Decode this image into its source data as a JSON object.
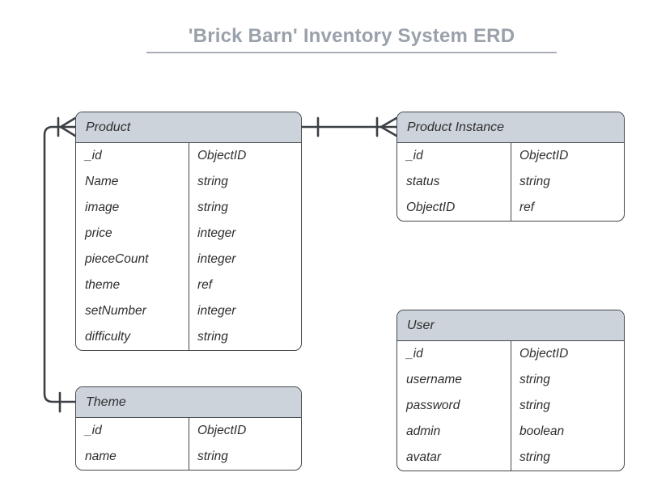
{
  "title": {
    "text": "'Brick Barn' Inventory System ERD"
  },
  "colors": {
    "bg": "#ffffff",
    "title-color": "#9aa1ab",
    "underline-color": "#a9aeb6",
    "header-fill": "#ccd3db",
    "table-border": "#43474c",
    "text-color": "#2e2e2e",
    "connector": "#3c4045"
  },
  "entities": [
    {
      "id": "product",
      "name": "Product",
      "fields": [
        {
          "name": "_id",
          "type": "ObjectID"
        },
        {
          "name": "Name",
          "type": "string"
        },
        {
          "name": "image",
          "type": "string"
        },
        {
          "name": "price",
          "type": "integer"
        },
        {
          "name": "pieceCount",
          "type": "integer"
        },
        {
          "name": "theme",
          "type": "ref"
        },
        {
          "name": "setNumber",
          "type": "integer"
        },
        {
          "name": "difficulty",
          "type": "string"
        }
      ]
    },
    {
      "id": "product-instance",
      "name": "Product Instance",
      "fields": [
        {
          "name": "_id",
          "type": "ObjectID"
        },
        {
          "name": "status",
          "type": "string"
        },
        {
          "name": "ObjectID",
          "type": "ref"
        }
      ]
    },
    {
      "id": "user",
      "name": "User",
      "fields": [
        {
          "name": "_id",
          "type": "ObjectID"
        },
        {
          "name": "username",
          "type": "string"
        },
        {
          "name": "password",
          "type": "string"
        },
        {
          "name": "admin",
          "type": "boolean"
        },
        {
          "name": "avatar",
          "type": "string"
        }
      ]
    },
    {
      "id": "theme",
      "name": "Theme",
      "fields": [
        {
          "name": "_id",
          "type": "ObjectID"
        },
        {
          "name": "name",
          "type": "string"
        }
      ]
    }
  ],
  "relationships": [
    {
      "from": "Product",
      "to": "Product Instance",
      "from_cardinality": "one",
      "to_cardinality": "one-or-many",
      "notation": "crow-foot"
    },
    {
      "from": "Product",
      "to": "Theme",
      "from_cardinality": "one-or-many",
      "to_cardinality": "one",
      "notation": "crow-foot"
    }
  ]
}
